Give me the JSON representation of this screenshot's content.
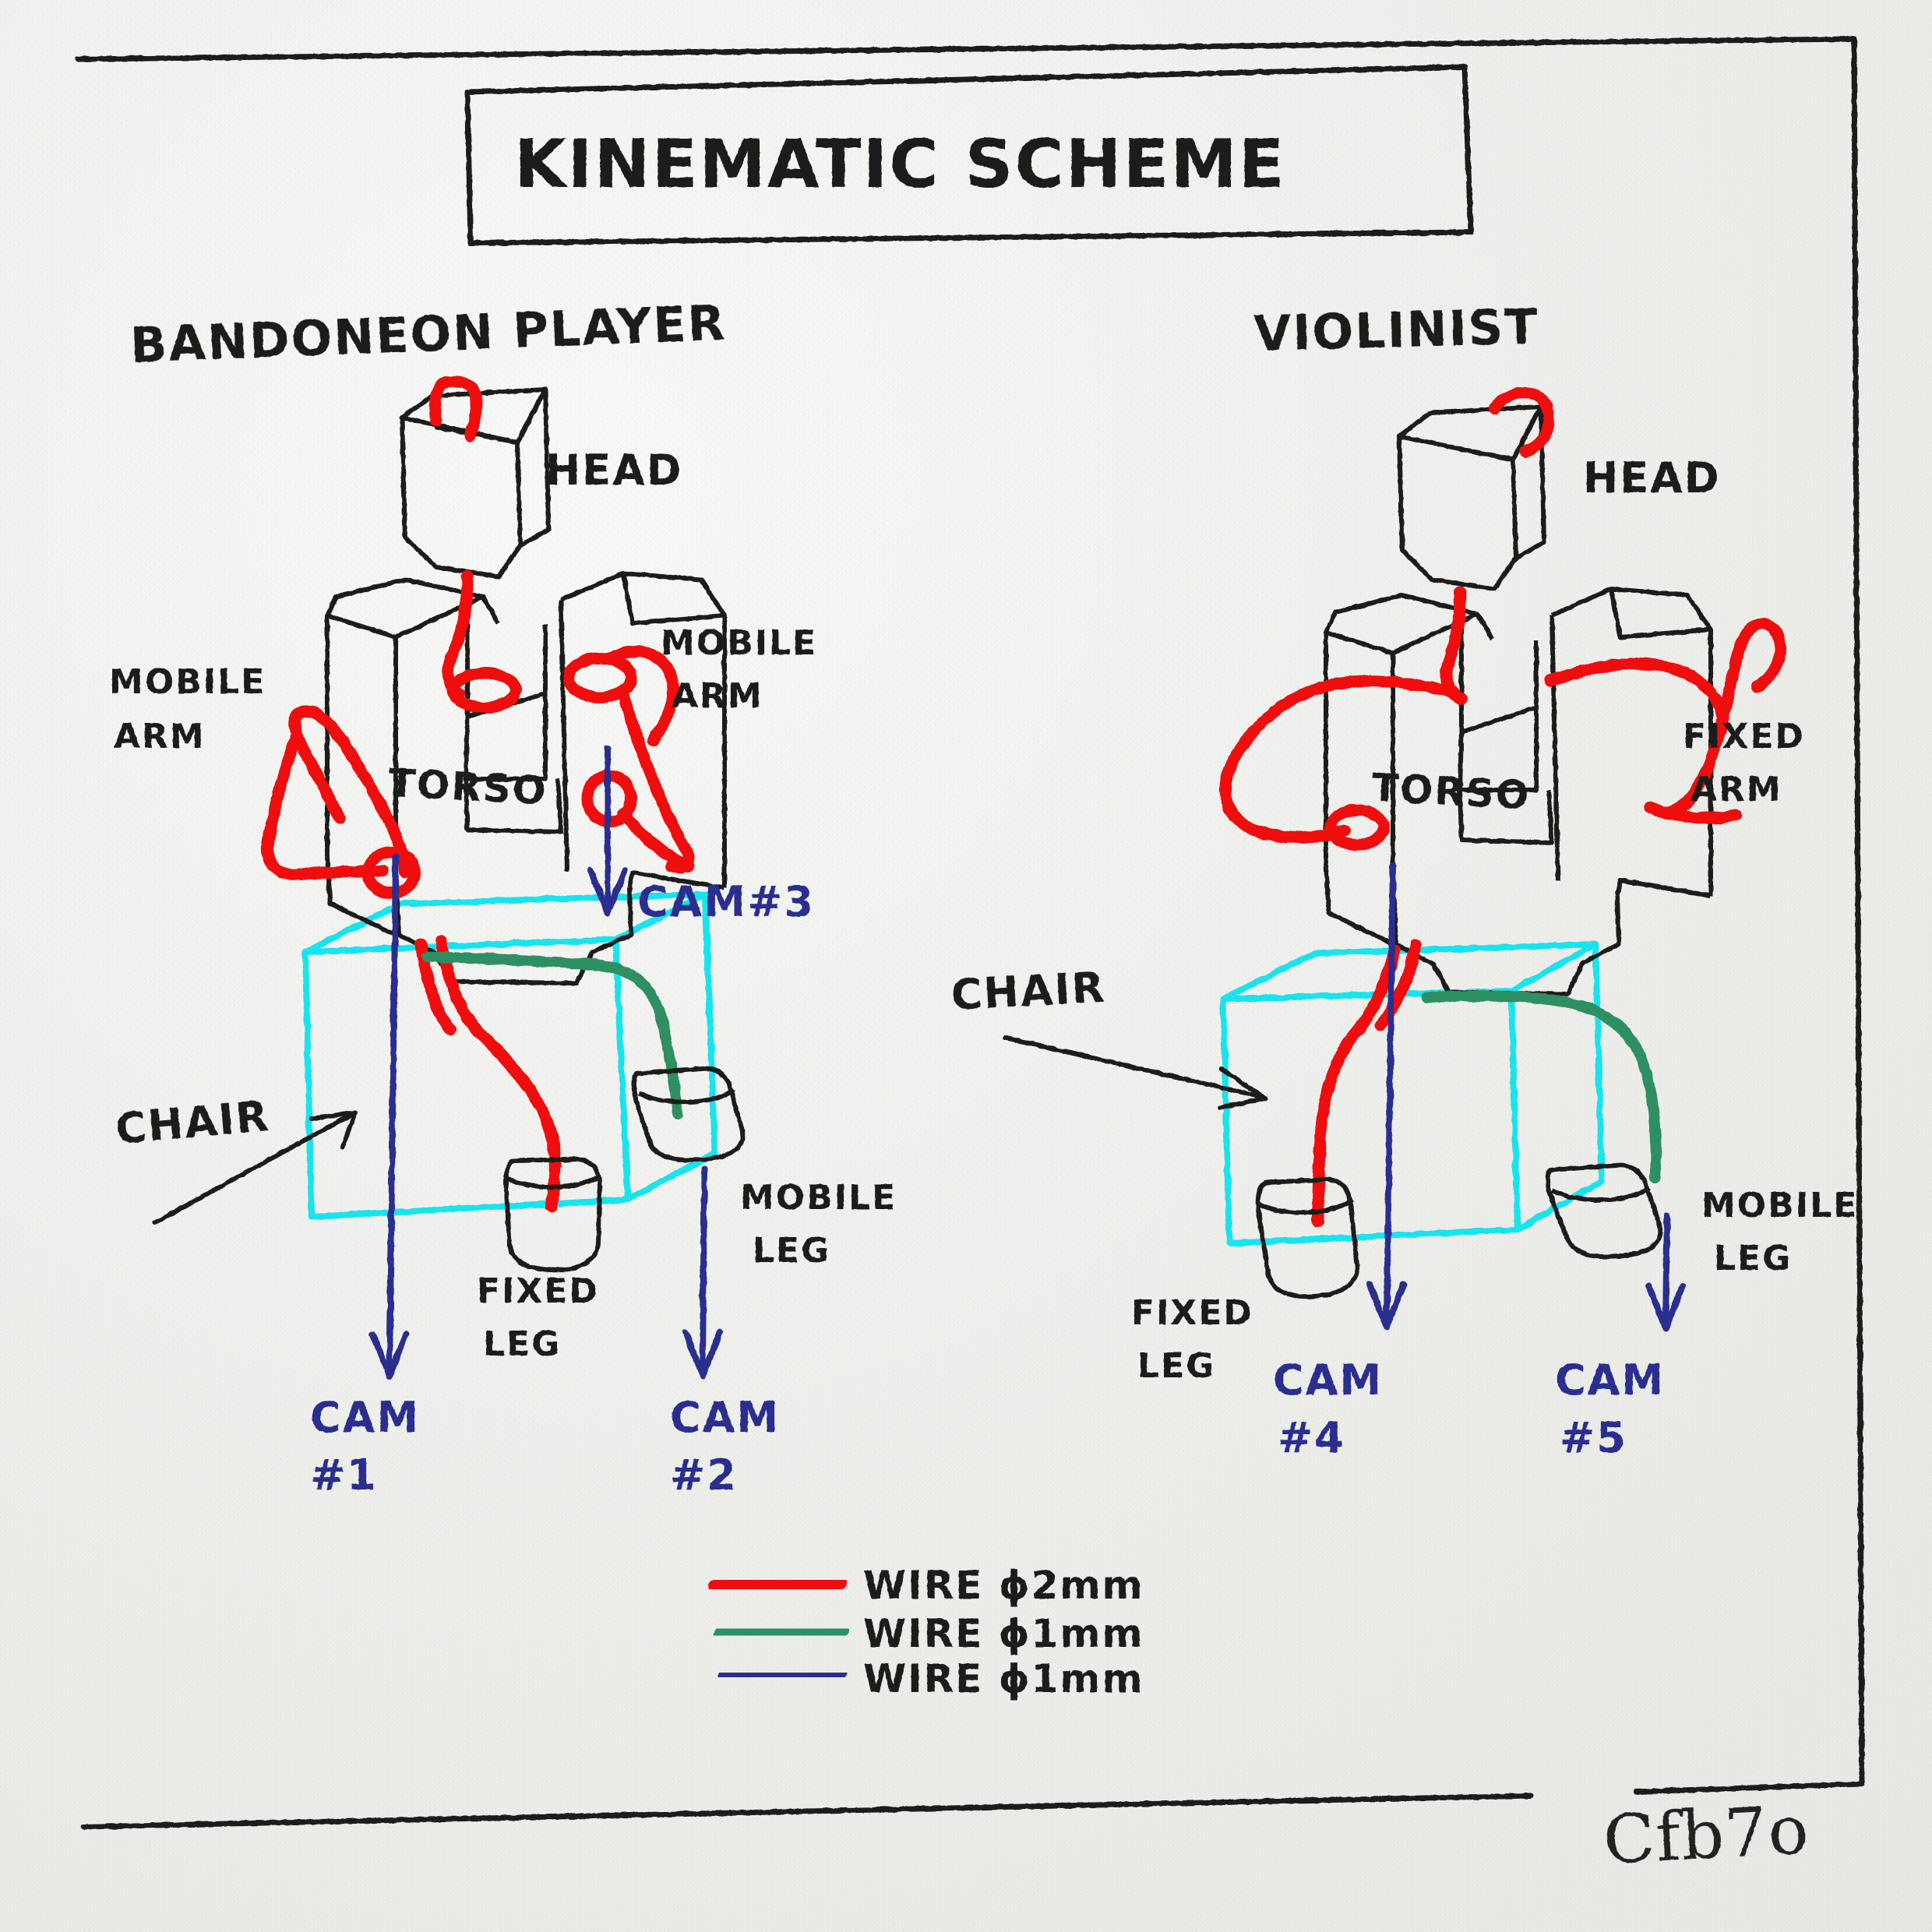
{
  "page": {
    "title": "KINEMATIC SCHEME",
    "signature": "Cfb7o",
    "background_color": "#f1f1ee",
    "ink_color": "#1d1d1d"
  },
  "colors": {
    "red_wire": "#f01010",
    "green_wire": "#2f8f62",
    "blue_wire": "#2b2f8f",
    "chair_cyan": "#18e4ee",
    "ink": "#1d1d1d"
  },
  "figures": [
    {
      "id": "bandoneon-player",
      "title": "BANDONEON PLAYER",
      "labels": {
        "head": "HEAD",
        "torso": "TORSO",
        "chair": "CHAIR",
        "arm_left": "MOBILE\nARM",
        "arm_left_line1": "MOBILE",
        "arm_left_line2": "ARM",
        "arm_right_line1": "MOBILE",
        "arm_right_line2": "ARM",
        "leg_fixed_line1": "FIXED",
        "leg_fixed_line2": "LEG",
        "leg_mobile_line1": "MOBILE",
        "leg_mobile_line2": "LEG"
      },
      "cams": [
        {
          "id": "cam1",
          "line1": "CAM",
          "line2": "#1"
        },
        {
          "id": "cam2",
          "line1": "CAM",
          "line2": "#2"
        },
        {
          "id": "cam3",
          "label": "CAM#3"
        }
      ]
    },
    {
      "id": "violinist",
      "title": "VIOLINIST",
      "labels": {
        "head": "HEAD",
        "torso": "TORSO",
        "chair": "CHAIR",
        "arm_right_line1": "FIXED",
        "arm_right_line2": "ARM",
        "leg_fixed_line1": "FIXED",
        "leg_fixed_line2": "LEG",
        "leg_mobile_line1": "MOBILE",
        "leg_mobile_line2": "LEG"
      },
      "cams": [
        {
          "id": "cam4",
          "line1": "CAM",
          "line2": "#4"
        },
        {
          "id": "cam5",
          "line1": "CAM",
          "line2": "#5"
        }
      ]
    }
  ],
  "legend": {
    "items": [
      {
        "color_name": "red",
        "color": "#f01010",
        "label": "WIRE ϕ2mm"
      },
      {
        "color_name": "green",
        "color": "#2f8f62",
        "label": "WIRE ϕ1mm"
      },
      {
        "color_name": "blue",
        "color": "#2b2f8f",
        "label": "WIRE ϕ1mm"
      }
    ]
  }
}
